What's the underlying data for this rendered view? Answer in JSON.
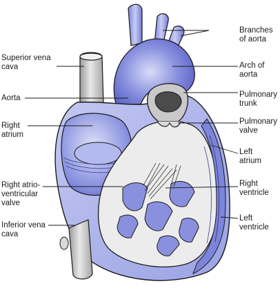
{
  "labels": {
    "branches_of_aorta": {
      "l1": "Branches",
      "l2": "of aorta"
    },
    "arch_of_aorta": {
      "l1": "Arch of",
      "l2": "aorta"
    },
    "pulmonary_trunk": {
      "l1": "Pulmonary",
      "l2": "trunk"
    },
    "pulmonary_valve": {
      "l1": "Pulmonary",
      "l2": "valve"
    },
    "left_atrium": {
      "l1": "Left",
      "l2": "atrium"
    },
    "right_ventricle": {
      "l1": "Right",
      "l2": "ventricle"
    },
    "left_ventricle": {
      "l1": "Left",
      "l2": "ventricle"
    },
    "superior_vena_cava": {
      "l1": "Superior vena",
      "l2": "cava"
    },
    "aorta": {
      "l1": "Aorta"
    },
    "right_atrium": {
      "l1": "Right",
      "l2": "atrium"
    },
    "right_av_valve": {
      "l1": "Right atrio-",
      "l2": "ventricular",
      "l3": "valve"
    },
    "inferior_vena_cava": {
      "l1": "Inferior vena",
      "l2": "cava"
    }
  },
  "colors": {
    "vessel_blue": "#6f78d6",
    "light_blue": "#c5cbf0",
    "wall_blue": "#a9b1ea",
    "gray_vessel": "#c4c4c4",
    "interior": "#eeeeee",
    "outline": "#1a1a1a"
  }
}
